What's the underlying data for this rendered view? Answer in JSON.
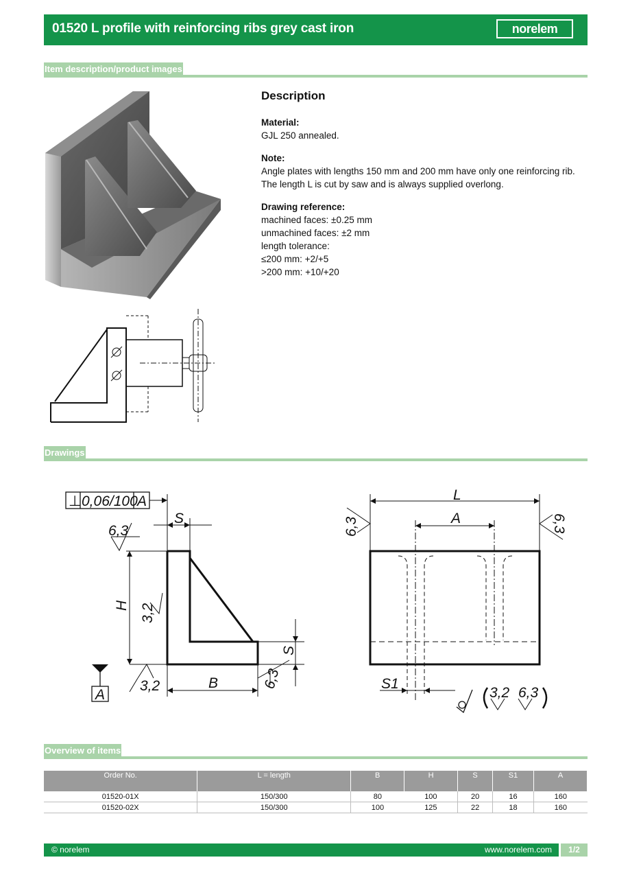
{
  "header": {
    "title": "01520 L profile with reinforcing ribs grey cast iron",
    "logo": "norelem"
  },
  "sections": {
    "images": "Item description/product images",
    "drawings": "Drawings",
    "overview": "Overview of items"
  },
  "description": {
    "title": "Description",
    "material_label": "Material:",
    "material_text": "GJL 250 annealed.",
    "note_label": "Note:",
    "note_lines": [
      "Angle plates with lengths 150 mm and 200 mm have only one reinforcing rib.",
      "The length L is cut by saw and is always supplied overlong."
    ],
    "drawing_ref_label": "Drawing reference:",
    "drawing_ref_lines": [
      "machined faces: ±0.25 mm",
      "unmachined faces: ±2 mm",
      "length tolerance:",
      "≤200 mm: +2/+5",
      ">200 mm: +10/+20"
    ]
  },
  "drawing_labels": {
    "tolerance": "0,06/100",
    "datum": "A",
    "perp": "⊥",
    "S": "S",
    "H": "H",
    "B": "B",
    "L": "L",
    "A": "A",
    "S1": "S1",
    "rough_63": "6,3",
    "rough_32": "3,2"
  },
  "table": {
    "headers": [
      "Order No.",
      "L = length",
      "B",
      "H",
      "S",
      "S1",
      "A"
    ],
    "rows": [
      [
        "01520-01X",
        "150/300",
        "80",
        "100",
        "20",
        "16",
        "160"
      ],
      [
        "01520-02X",
        "150/300",
        "100",
        "125",
        "22",
        "18",
        "160"
      ]
    ]
  },
  "footer": {
    "copyright": "© norelem",
    "website": "www.norelem.com",
    "page": "1/2"
  },
  "colors": {
    "brand_green": "#14944a",
    "light_green": "#a9d3a9",
    "table_header": "#9b9b9b"
  }
}
